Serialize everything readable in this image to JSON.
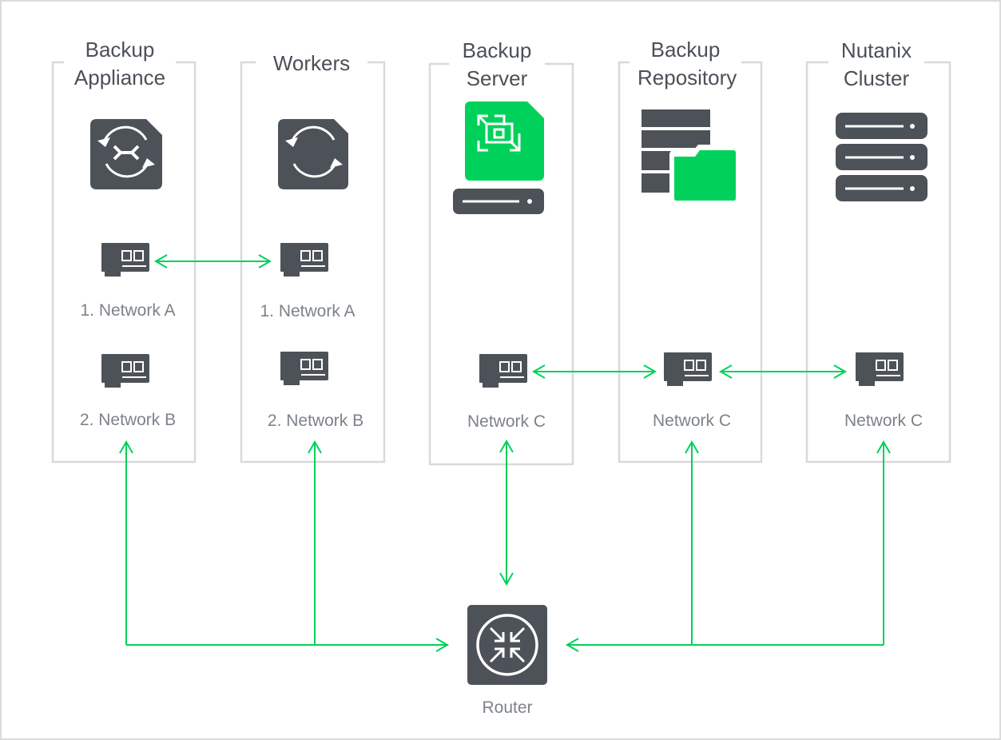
{
  "columns": [
    {
      "id": "backup-appliance",
      "title_lines": [
        "Backup",
        "Appliance"
      ],
      "nics": [
        "1. Network A",
        "2. Network B"
      ]
    },
    {
      "id": "workers",
      "title_lines": [
        "Workers"
      ],
      "nics": [
        "1. Network A",
        "2. Network B"
      ]
    },
    {
      "id": "backup-server",
      "title_lines": [
        "Backup",
        "Server"
      ],
      "nics": [
        "Network C"
      ]
    },
    {
      "id": "backup-repository",
      "title_lines": [
        "Backup",
        "Repository"
      ],
      "nics": [
        "Network C"
      ]
    },
    {
      "id": "nutanix-cluster",
      "title_lines": [
        "Nutanix",
        "Cluster"
      ],
      "nics": [
        "Network C"
      ]
    }
  ],
  "router": {
    "label": "Router"
  },
  "colors": {
    "accent": "#00d15a",
    "icon": "#4d5259",
    "border": "#d9d9d9",
    "label": "#7d828a",
    "title": "#4b5058"
  },
  "icons": [
    "backup-appliance-icon",
    "workers-icon",
    "backup-server-icon",
    "backup-repository-icon",
    "nutanix-cluster-icon",
    "network-card-icon",
    "router-icon"
  ]
}
